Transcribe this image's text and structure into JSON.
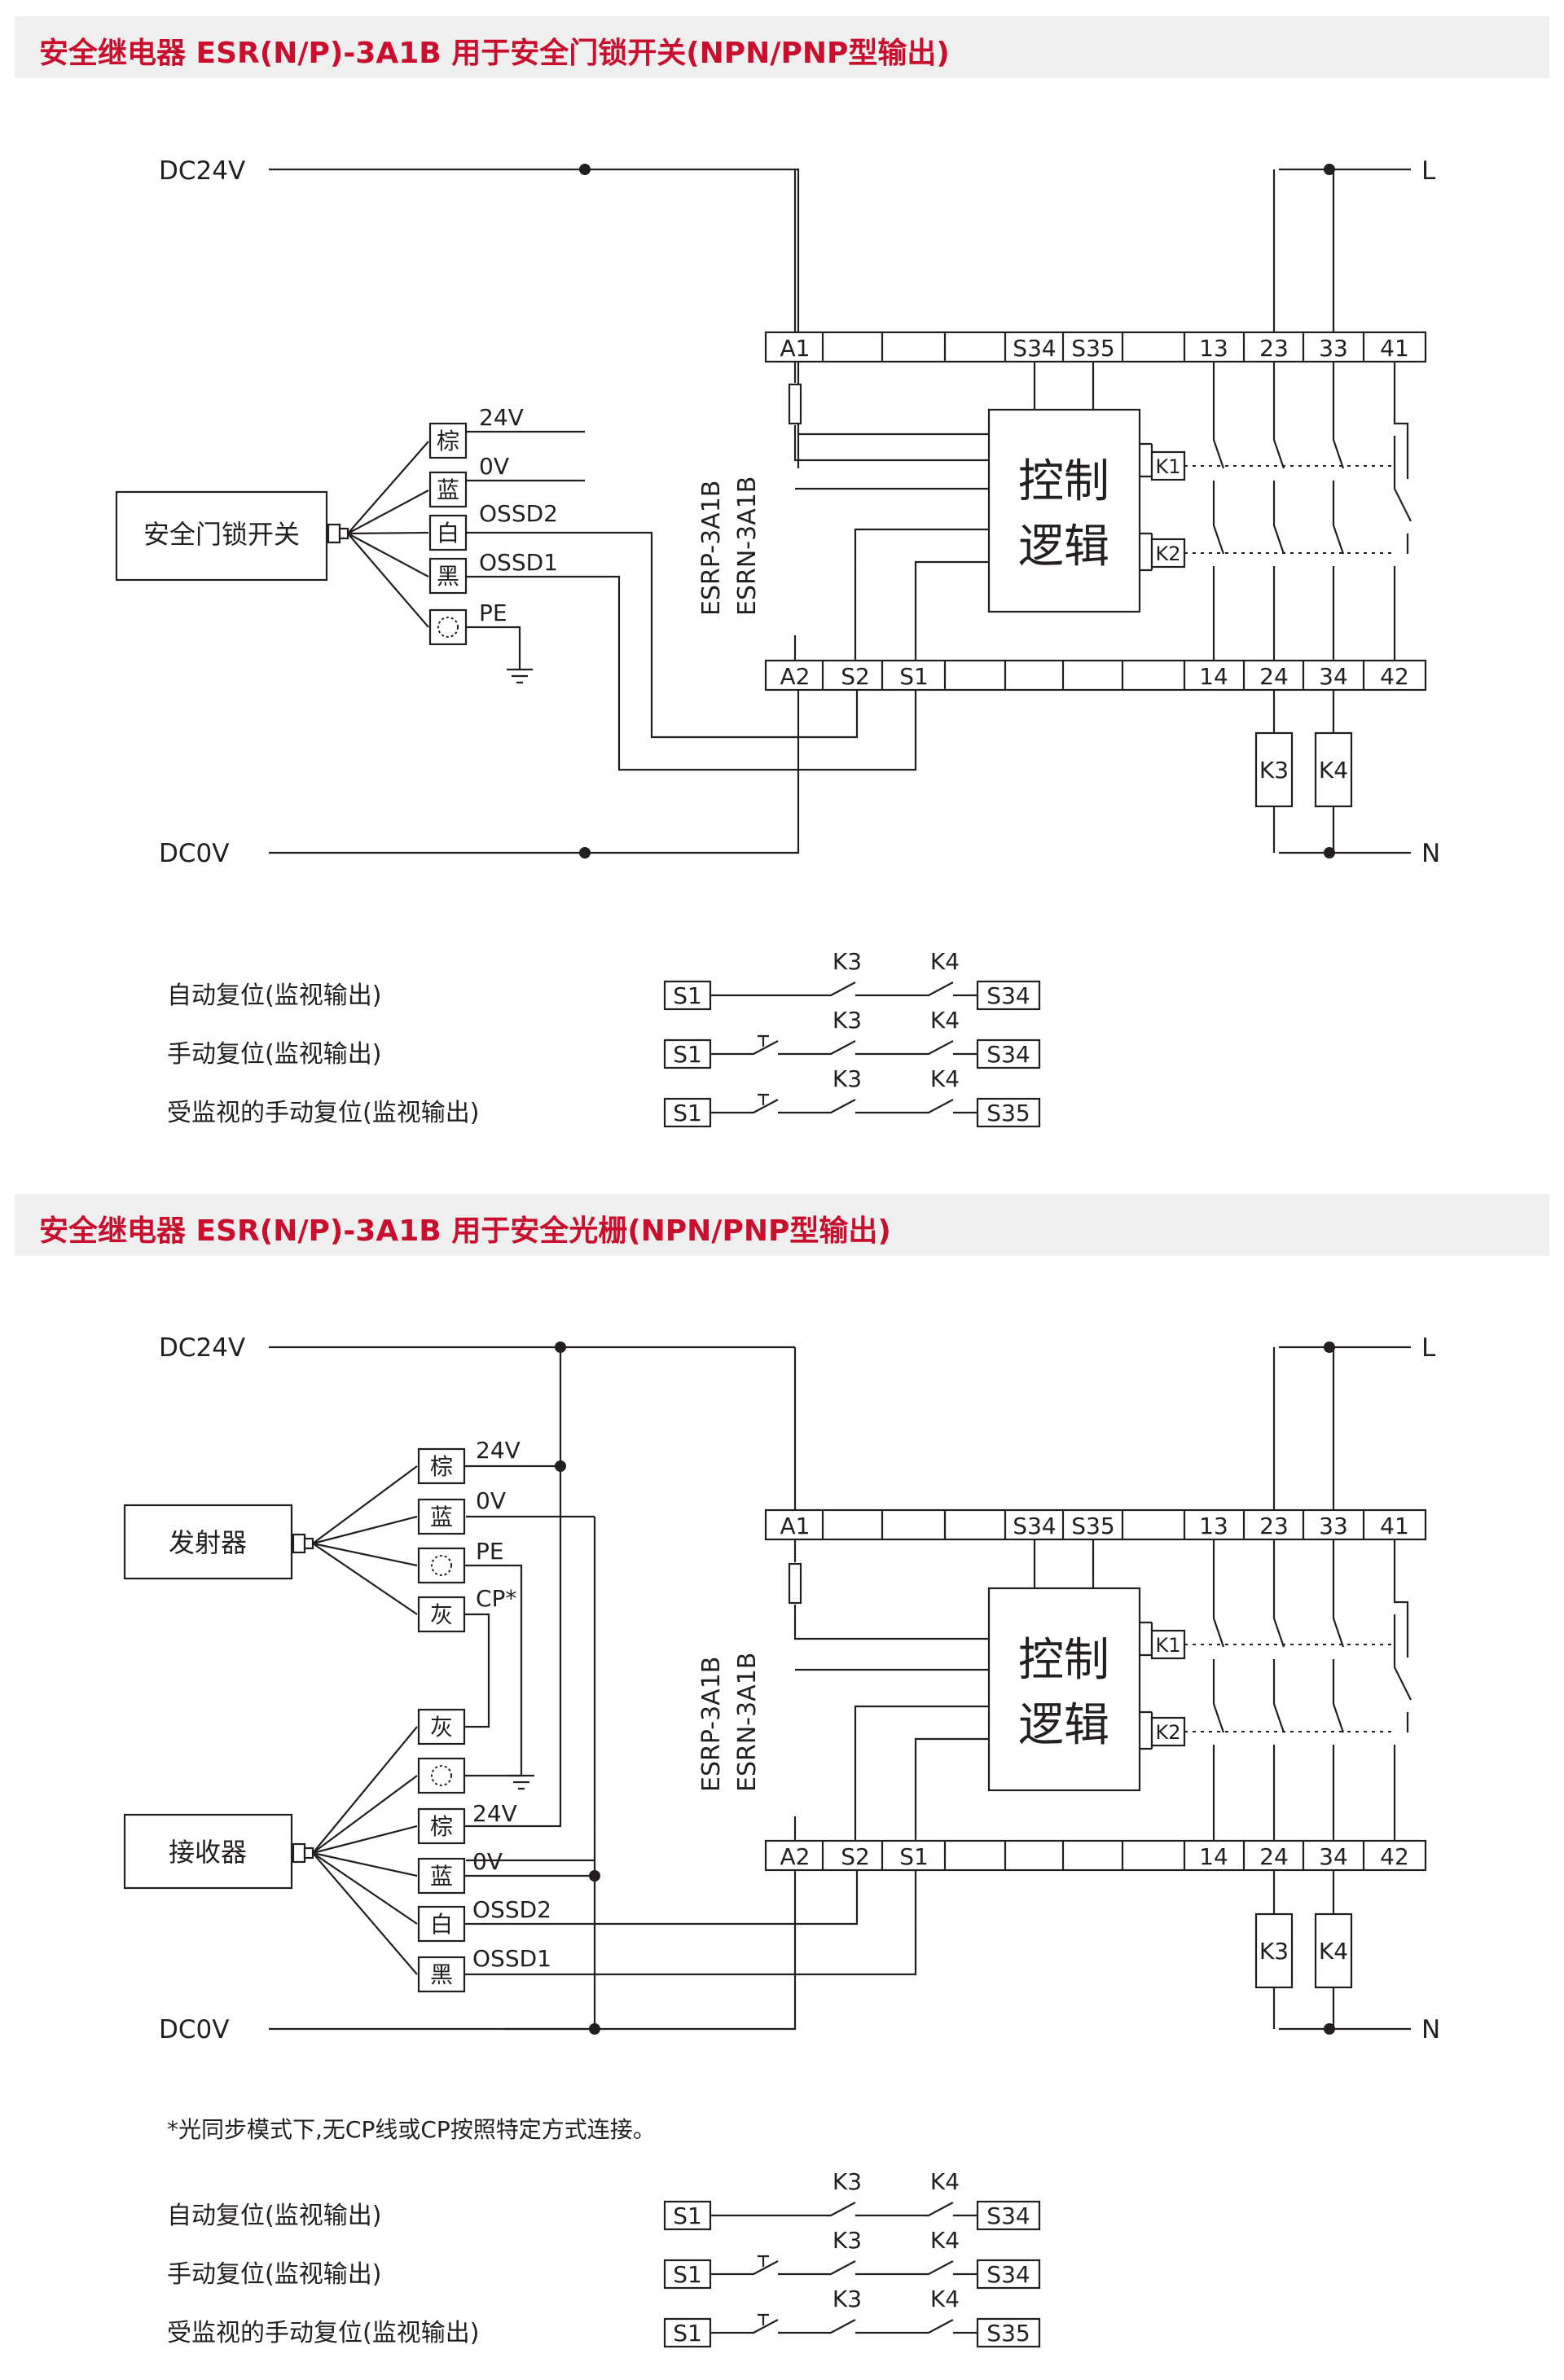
{
  "section1": {
    "title": "安全继电器 ESR(N/P)-3A1B 用于安全门锁开关(NPN/PNP型输出)",
    "switch_label": "安全门锁开关",
    "wires": [
      {
        "color": "棕",
        "signal": "24V"
      },
      {
        "color": "蓝",
        "signal": "0V"
      },
      {
        "color": "白",
        "signal": "OSSD2"
      },
      {
        "color": "黑",
        "signal": "OSSD1"
      },
      {
        "color": "",
        "signal": "PE"
      }
    ]
  },
  "section2": {
    "title": "安全继电器 ESR(N/P)-3A1B 用于安全光栅(NPN/PNP型输出)",
    "emitter_label": "发射器",
    "receiver_label": "接收器",
    "emitter_wires": [
      {
        "color": "棕",
        "signal": "24V"
      },
      {
        "color": "蓝",
        "signal": "0V"
      },
      {
        "color": "",
        "signal": "PE"
      },
      {
        "color": "灰",
        "signal": "CP*"
      }
    ],
    "receiver_wires": [
      {
        "color": "灰",
        "signal": ""
      },
      {
        "color": "",
        "signal": ""
      },
      {
        "color": "棕",
        "signal": "24V"
      },
      {
        "color": "蓝",
        "signal": "0V"
      },
      {
        "color": "白",
        "signal": "OSSD2"
      },
      {
        "color": "黑",
        "signal": "OSSD1"
      }
    ],
    "note": "*光同步模式下,无CP线或CP按照特定方式连接。"
  },
  "supply": {
    "plus": "DC24V",
    "minus": "DC0V",
    "line": "L",
    "neutral": "N"
  },
  "relay": {
    "model_p": "ESRP-3A1B",
    "model_n": "ESRN-3A1B",
    "logic_line1": "控制",
    "logic_line2": "逻辑",
    "k1": "K1",
    "k2": "K2",
    "k3": "K3",
    "k4": "K4",
    "top_terminals": [
      "A1",
      "",
      "",
      "",
      "S34",
      "S35",
      "",
      "13",
      "23",
      "33",
      "41"
    ],
    "bottom_terminals": [
      "A2",
      "S2",
      "S1",
      "",
      "",
      "",
      "",
      "14",
      "24",
      "34",
      "42"
    ]
  },
  "reset_modes": [
    {
      "label": "自动复位(监视输出)",
      "from": "S1",
      "to": "S34",
      "has_button": false
    },
    {
      "label": "手动复位(监视输出)",
      "from": "S1",
      "to": "S34",
      "has_button": true
    },
    {
      "label": "受监视的手动复位(监视输出)",
      "from": "S1",
      "to": "S35",
      "has_button": true
    }
  ]
}
